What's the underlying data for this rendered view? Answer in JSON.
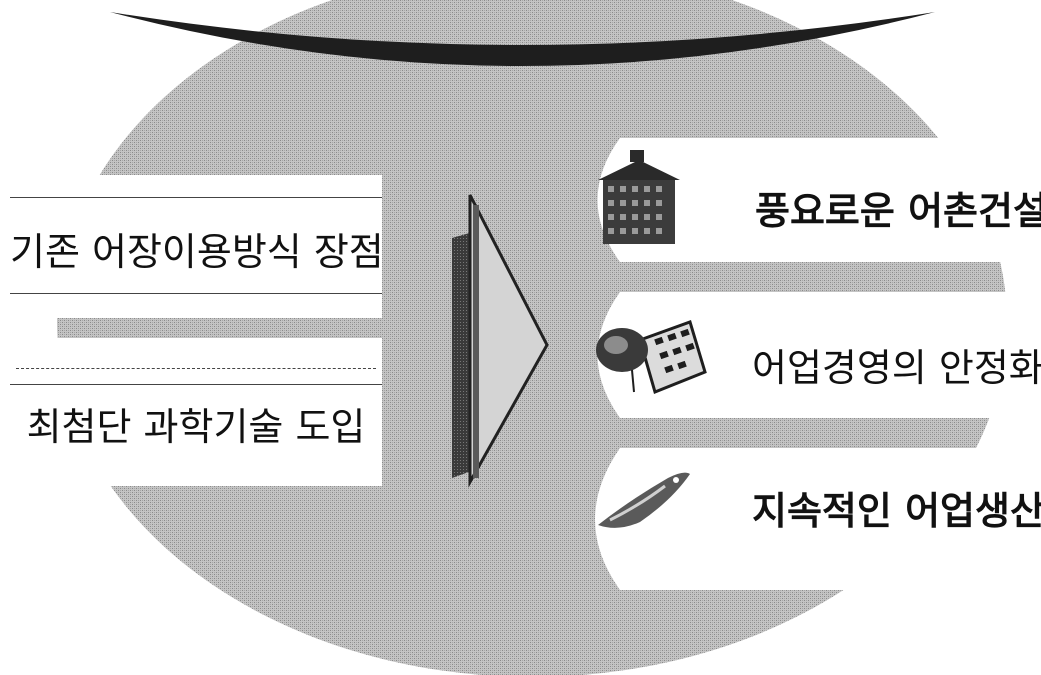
{
  "inputs": [
    {
      "label": "기존 어장이용방식 장점"
    },
    {
      "label": "최첨단 과학기술 도입"
    }
  ],
  "outcomes": [
    {
      "label": "풍요로운 어촌건설",
      "icon": "building-icon"
    },
    {
      "label": "어업경영의 안정화",
      "icon": "calculator-icon"
    },
    {
      "label": "지속적인 어업생산",
      "icon": "fish-icon"
    }
  ],
  "colors": {
    "circle": "#b9b9b9",
    "arc": "#1e1e1e",
    "arrow_dark": "#2b2b2b",
    "panel": "#ffffff"
  }
}
